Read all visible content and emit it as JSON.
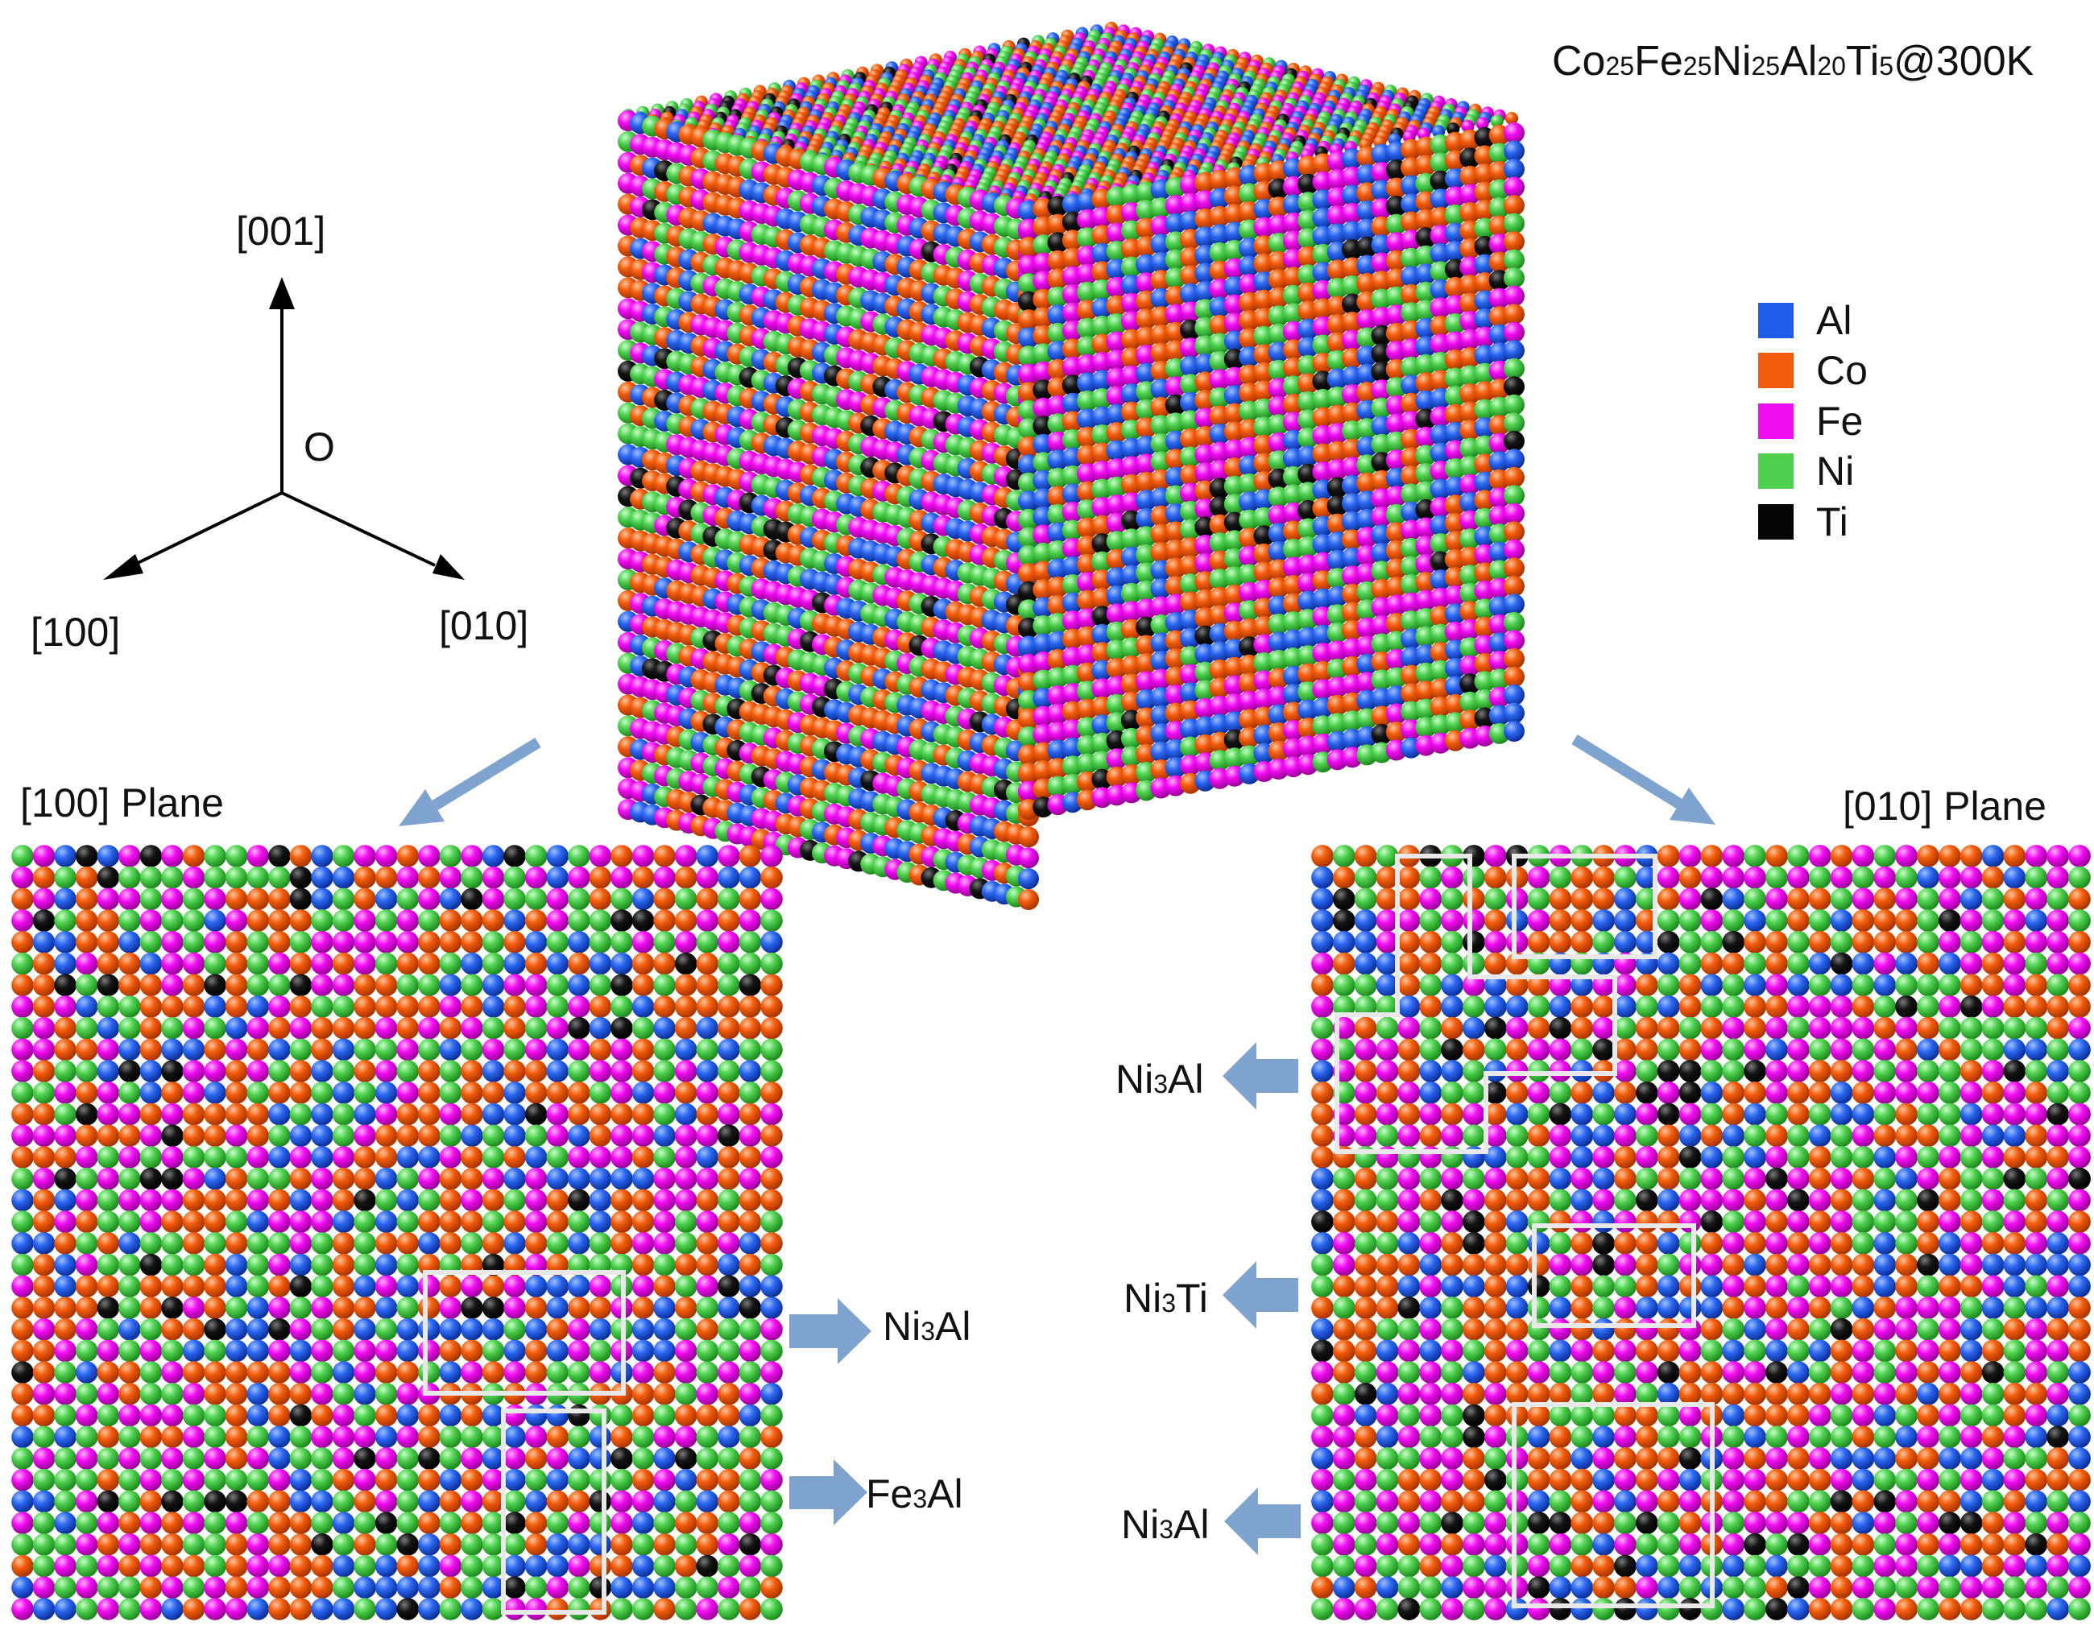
{
  "title": {
    "parts": [
      {
        "t": "Co",
        "sub": false
      },
      {
        "t": "25",
        "sub": true
      },
      {
        "t": "Fe",
        "sub": false
      },
      {
        "t": "25",
        "sub": true
      },
      {
        "t": "Ni",
        "sub": false
      },
      {
        "t": "25",
        "sub": true
      },
      {
        "t": "Al",
        "sub": false
      },
      {
        "t": "20",
        "sub": true
      },
      {
        "t": "Ti",
        "sub": false
      },
      {
        "t": "5",
        "sub": true
      },
      {
        "t": "@300K",
        "sub": false
      }
    ]
  },
  "axes": {
    "z": "[001]",
    "origin": "O",
    "x": "[100]",
    "y": "[010]"
  },
  "legend": [
    {
      "label": "Al",
      "color": "#1f5ce8"
    },
    {
      "label": "Co",
      "color": "#f25c0c"
    },
    {
      "label": "Fe",
      "color": "#f20cf2"
    },
    {
      "label": "Ni",
      "color": "#4fd04f"
    },
    {
      "label": "Ti",
      "color": "#050505"
    }
  ],
  "planes": {
    "left": "[100] Plane",
    "right": "[010] Plane"
  },
  "phase_labels": {
    "left_top": {
      "a": "Ni",
      "sub": "3",
      "b": "Al"
    },
    "left_bottom": {
      "a": "Fe",
      "sub": "3",
      "b": "Al"
    },
    "right_top": {
      "a": "Ni",
      "sub": "3",
      "b": "Al"
    },
    "right_mid": {
      "a": "Ni",
      "sub": "3",
      "b": "Ti"
    },
    "right_bottom": {
      "a": "Ni",
      "sub": "3",
      "b": "Al"
    }
  },
  "colors": {
    "arrow": "#7fa3cf",
    "box": "#e8e8e8"
  }
}
